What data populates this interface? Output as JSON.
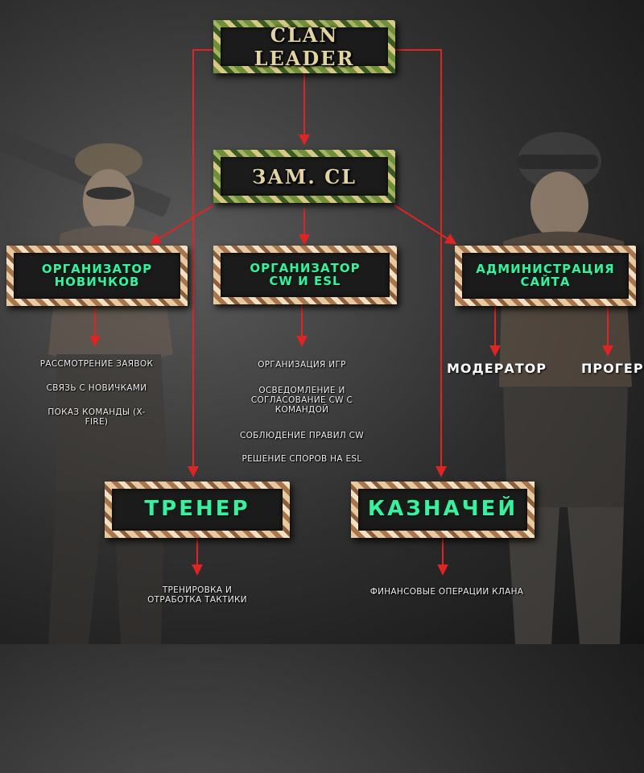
{
  "colors": {
    "connector": "#e02424",
    "neon_text": "#3af0a0",
    "leader_text": "#e2d4a0",
    "frame_sand": "#c9a173",
    "frame_camo": "#6f8f3a"
  },
  "nodes": {
    "clan_leader": "CLAN LEADER",
    "deputy": "ЗАМ. CL",
    "org_newbies": "ОРГАНИЗАТОР НОВИЧКОВ",
    "org_cw": "ОРГАНИЗАТОР CW И ESL",
    "site_admin": "АДМИНИСТРАЦИЯ САЙТА",
    "moderator": "МОДЕРАТОР",
    "coder": "ПРОГЕР",
    "trainer": "ТРЕНЕР",
    "treasurer": "КАЗНАЧЕЙ"
  },
  "duties": {
    "newbies": [
      "РАССМОТРЕНИЕ ЗАЯВОК",
      "СВЯЗЬ С НОВИЧКАМИ",
      "ПОКАЗ КОМАНДЫ (X-FIRE)"
    ],
    "cw": [
      "ОРГАНИЗАЦИЯ ИГР",
      "ОСВЕДОМЛЕНИЕ И СОГЛАСОВАНИЕ CW С КОМАНДОЙ",
      "СОБЛЮДЕНИЕ ПРАВИЛ CW",
      "РЕШЕНИЕ СПОРОВ НА ESL"
    ],
    "trainer": "ТРЕНИРОВКА И ОТРАБОТКА ТАКТИКИ",
    "treasurer": "ФИНАНСОВЫЕ ОПЕРАЦИИ КЛАНА"
  }
}
